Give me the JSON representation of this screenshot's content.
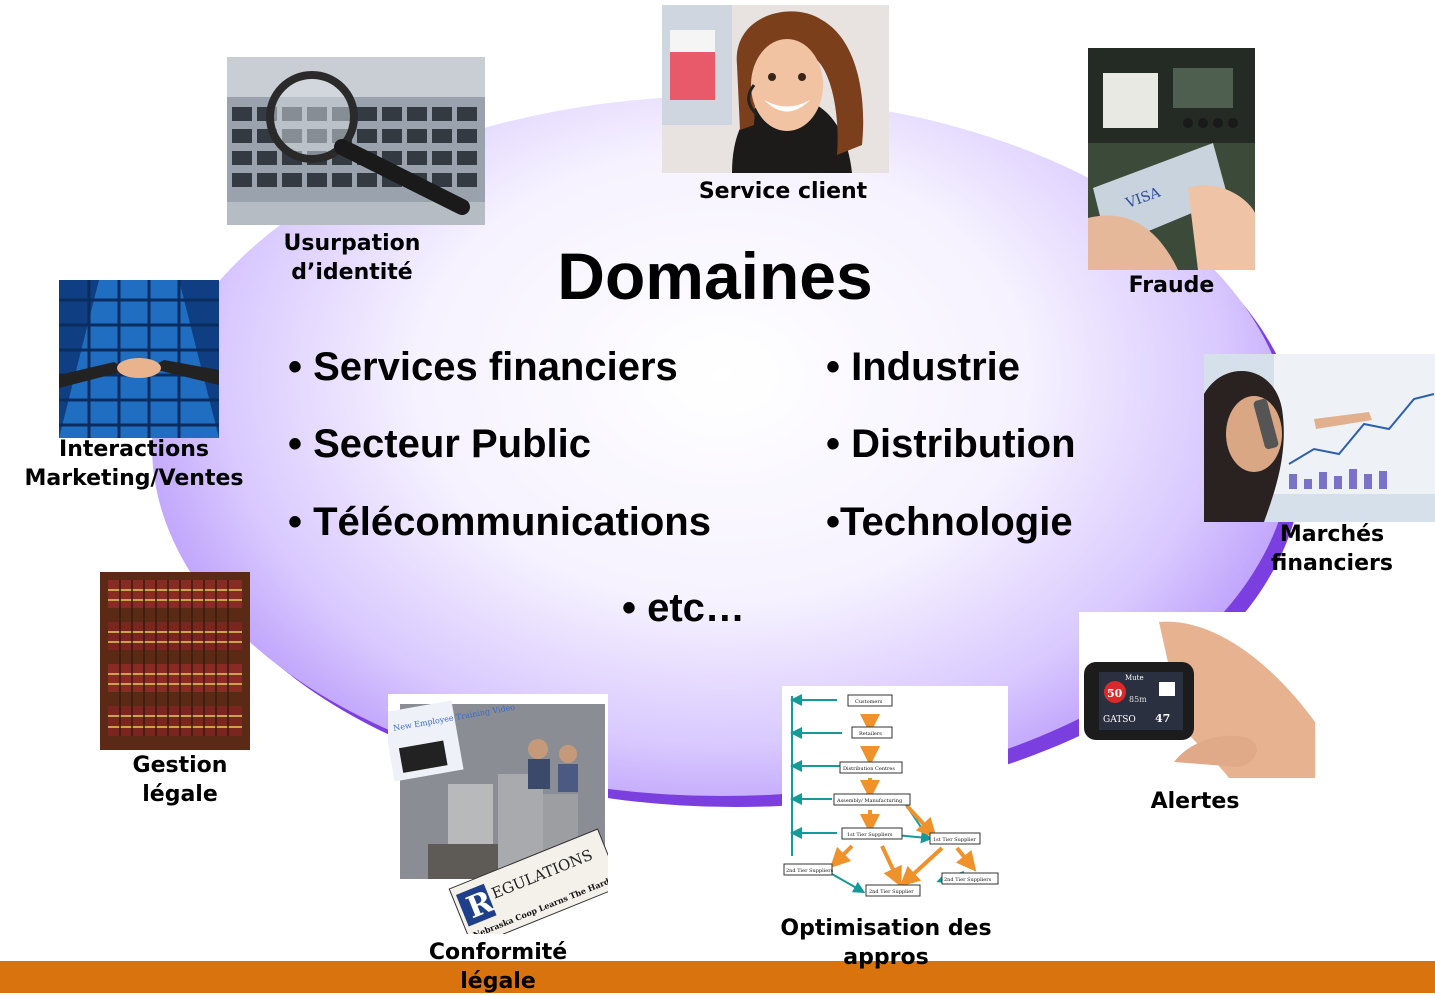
{
  "title": "Domaines",
  "domains": {
    "left": [
      "• Services financiers",
      "• Secteur Public",
      "• Télécommunications"
    ],
    "right": [
      "• Industrie",
      "• Distribution",
      "•Technologie"
    ],
    "extra": "• etc…"
  },
  "use_cases": {
    "service_client": "Service client",
    "usurpation": [
      "Usurpation",
      "d’identité"
    ],
    "fraude": "Fraude",
    "interactions": [
      "Interactions",
      "Marketing/Ventes"
    ],
    "marches": [
      "Marchés",
      "financiers"
    ],
    "gestion": [
      "Gestion",
      "légale"
    ],
    "alertes": "Alertes",
    "conformite": [
      "Conformité",
      "légale"
    ],
    "optimisation": [
      "Optimisation des",
      "appros"
    ]
  },
  "supply_chain": {
    "nodes": [
      "Customers",
      "Retailers",
      "Distribution Centres",
      "Assembly/ Manufacturing",
      "1st Tier Suppliers",
      "1st Tier Supplier",
      "2nd Tier Supplier",
      "2nd Tier Suppliers",
      "2nd Tier Suppliers"
    ]
  },
  "device": {
    "speed": "50",
    "brand": "GATSO",
    "distance": "85m",
    "count": "47",
    "mute": "Mute"
  },
  "regulations": {
    "brand": "EGULATIONS",
    "letter": "R",
    "headline": "Nebraska Coop Learns The Hard Way",
    "video": "New Employee Training Video"
  },
  "colors": {
    "accent": "#d9730d",
    "ellipse": "#9a6cf4",
    "arrow_teal": "#159a9a",
    "arrow_orange": "#f0922b"
  }
}
